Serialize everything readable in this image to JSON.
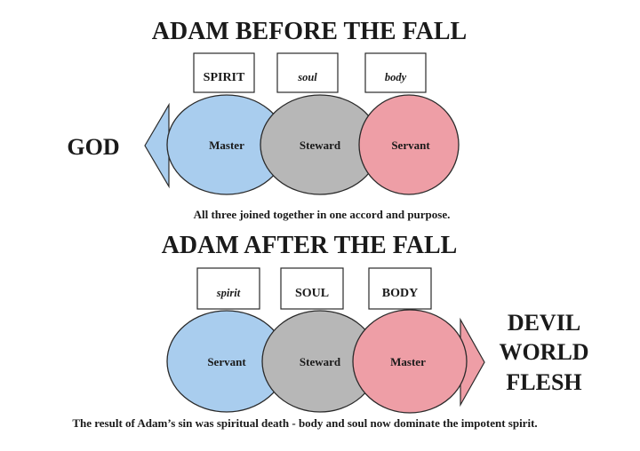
{
  "before": {
    "title": "ADAM BEFORE THE FALL",
    "boxes": [
      "SPIRIT",
      "soul",
      "body"
    ],
    "circles": [
      "Master",
      "Steward",
      "Servant"
    ],
    "side_label": "GOD",
    "caption": "All three joined together in one accord and purpose."
  },
  "after": {
    "title": "ADAM AFTER THE FALL",
    "boxes": [
      "spirit",
      "SOUL",
      "BODY"
    ],
    "circles": [
      "Servant",
      "Steward",
      "Master"
    ],
    "side_labels": [
      "DEVIL",
      "WORLD",
      "FLESH"
    ],
    "caption": "The result of Adam’s sin was spiritual death - body and soul now dominate the impotent spirit."
  },
  "colors": {
    "blue": "#a9cdee",
    "gray": "#b7b7b7",
    "pink": "#ee9ea6",
    "outline": "#2a2a2a"
  }
}
